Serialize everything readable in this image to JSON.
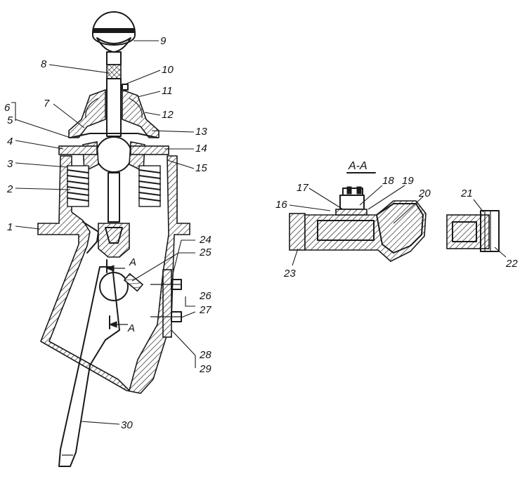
{
  "section_title": "A-A",
  "cut_marks": [
    "A",
    "A"
  ],
  "callouts": [
    "1",
    "2",
    "3",
    "4",
    "5",
    "6",
    "7",
    "8",
    "9",
    "10",
    "11",
    "12",
    "13",
    "14",
    "15",
    "16",
    "17",
    "18",
    "19",
    "20",
    "21",
    "22",
    "23",
    "24",
    "25",
    "26",
    "27",
    "28",
    "29",
    "30"
  ]
}
